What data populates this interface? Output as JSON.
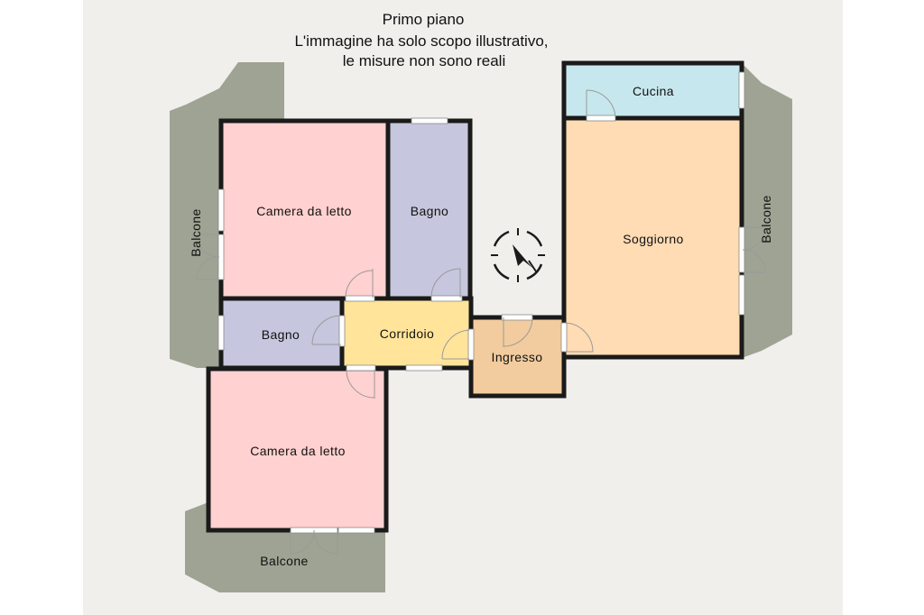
{
  "header": {
    "line1": "Primo piano",
    "line2": "L'immagine ha solo scopo illustrativo,",
    "line3": "le misure non sono reali"
  },
  "colors": {
    "page_bg": "#ffffff",
    "plan_bg": "#f0efec",
    "balcony": "#9fa393",
    "bedroom": "#ffd1d0",
    "bathroom": "#c6c6de",
    "corridor": "#ffe49a",
    "entrance": "#f2cc9e",
    "kitchen": "#c7e7ee",
    "living": "#ffdcb4",
    "wall": "#1a1a1a"
  },
  "rooms": {
    "bedroom_top": {
      "label": "Camera da letto"
    },
    "bathroom_top": {
      "label": "Bagno"
    },
    "bathroom_small": {
      "label": "Bagno"
    },
    "corridor": {
      "label": "Corridoio"
    },
    "entrance": {
      "label": "Ingresso"
    },
    "kitchen": {
      "label": "Cucina"
    },
    "living": {
      "label": "Soggiorno"
    },
    "bedroom_bottom": {
      "label": "Camera da letto"
    },
    "balcony_left": {
      "label": "Balcone"
    },
    "balcony_right": {
      "label": "Balcone"
    },
    "balcony_bottom": {
      "label": "Balcone"
    }
  },
  "compass": {
    "icon": "compass-icon"
  }
}
